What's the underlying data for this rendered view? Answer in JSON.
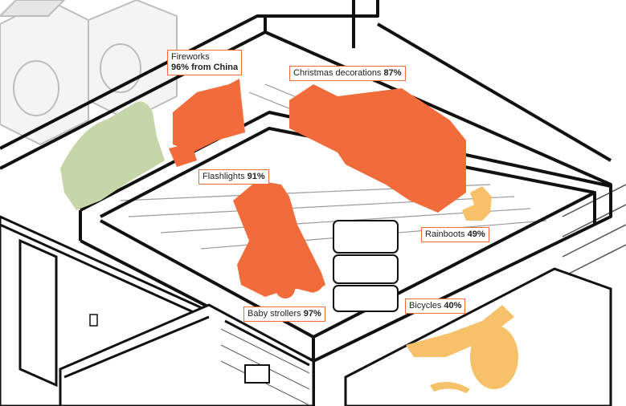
{
  "labels": {
    "fireworks": {
      "name": "Fireworks",
      "stat": "96% from China"
    },
    "christmas": {
      "name": "Christmas decorations",
      "stat": "87%"
    },
    "flashlights": {
      "name": "Flashlights",
      "stat": "91%"
    },
    "rainboots": {
      "name": "Rainboots",
      "stat": "49%"
    },
    "bicycles": {
      "name": "Bicycles",
      "stat": "40%"
    },
    "strollers": {
      "name": "Baby strollers",
      "stat": "97%"
    }
  },
  "colors": {
    "high_share": "#f26b3a",
    "mid_share": "#f7c16a",
    "other": "#c6d6a8",
    "line": "#111111"
  },
  "icons": [
    "washing-machine",
    "fireworks",
    "christmas-decorations",
    "flashlights",
    "storage-bins",
    "rainboots",
    "bicycle",
    "baby-stroller",
    "door",
    "light-switch"
  ]
}
